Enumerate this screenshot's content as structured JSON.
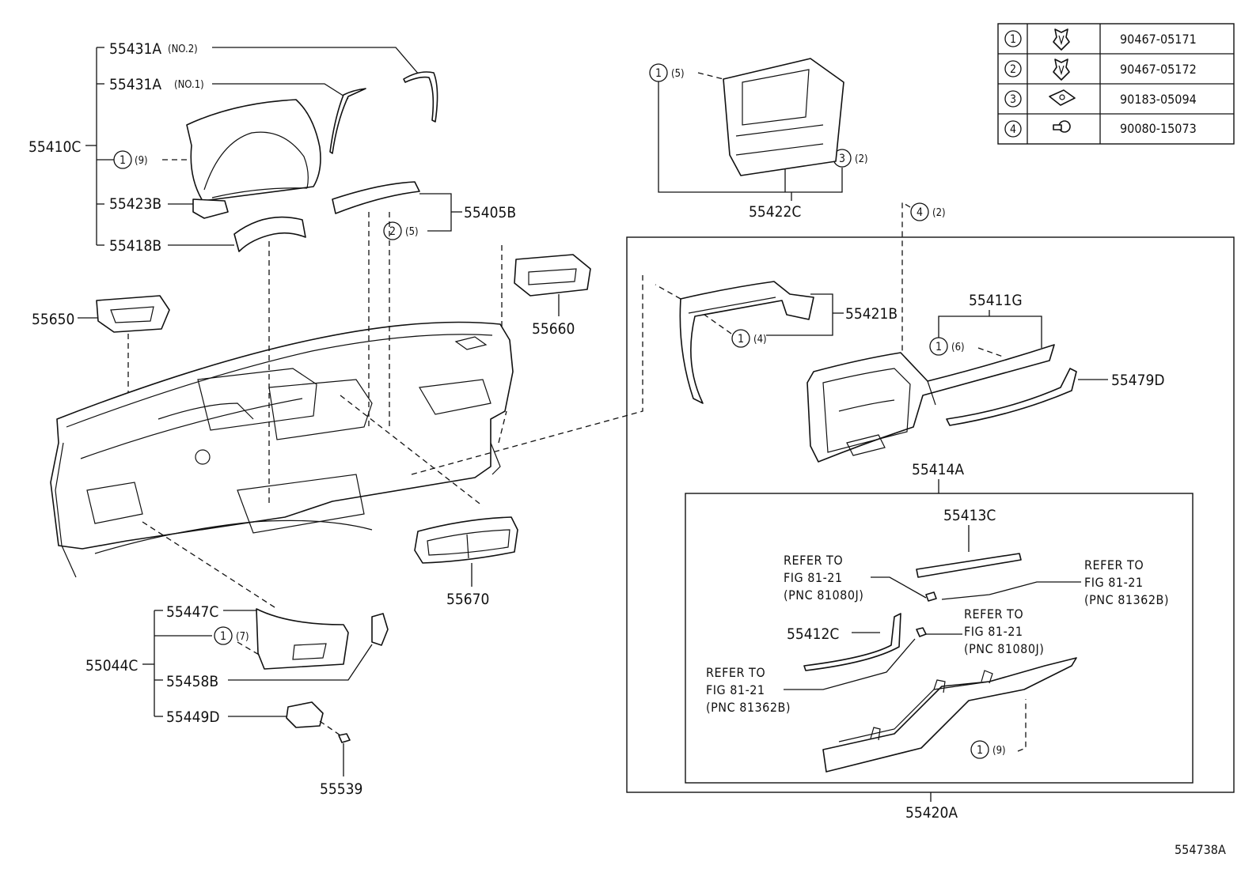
{
  "legend": {
    "rows": [
      {
        "num": "1",
        "part": "90467-05171",
        "icon": "clip-icon"
      },
      {
        "num": "2",
        "part": "90467-05172",
        "icon": "clip-icon"
      },
      {
        "num": "3",
        "part": "90183-05094",
        "icon": "nut-clip-icon"
      },
      {
        "num": "4",
        "part": "90080-15073",
        "icon": "screw-icon"
      }
    ]
  },
  "labels": {
    "p55431a_no2": "55431A",
    "p55431a_no2_sub": "(NO.2)",
    "p55431a_no1": "55431A",
    "p55431a_no1_sub": "(NO.1)",
    "p55410c": "55410C",
    "p55423b": "55423B",
    "p55418b": "55418B",
    "p55405b": "55405B",
    "p55650": "55650",
    "p55660": "55660",
    "p55670": "55670",
    "p55422c": "55422C",
    "p55421b": "55421B",
    "p55411g": "55411G",
    "p55479d": "55479D",
    "p55414a": "55414A",
    "p55413c": "55413C",
    "p55412c": "55412C",
    "p55420a": "55420A",
    "p55447c": "55447C",
    "p55044c": "55044C",
    "p55458b": "55458B",
    "p55449d": "55449D",
    "p55539": "55539",
    "figure_id": "554738A"
  },
  "callouts": {
    "c_410": {
      "num": "1",
      "qty": "(9)"
    },
    "c_405": {
      "num": "2",
      "qty": "(5)"
    },
    "c_422a": {
      "num": "1",
      "qty": "(5)"
    },
    "c_422b": {
      "num": "3",
      "qty": "(2)"
    },
    "c_top4": {
      "num": "4",
      "qty": "(2)"
    },
    "c_421": {
      "num": "1",
      "qty": "(4)"
    },
    "c_411": {
      "num": "1",
      "qty": "(6)"
    },
    "c_044": {
      "num": "1",
      "qty": "(7)"
    },
    "c_414": {
      "num": "1",
      "qty": "(9)"
    }
  },
  "refs": {
    "r1": {
      "line1": "REFER TO",
      "line2": "FIG 81-21",
      "line3": "(PNC 81080J)"
    },
    "r2": {
      "line1": "REFER TO",
      "line2": "FIG 81-21",
      "line3": "(PNC 81362B)"
    },
    "r3": {
      "line1": "REFER TO",
      "line2": "FIG 81-21",
      "line3": "(PNC 81080J)"
    },
    "r4": {
      "line1": "REFER TO",
      "line2": "FIG 81-21",
      "line3": "(PNC 81362B)"
    }
  }
}
